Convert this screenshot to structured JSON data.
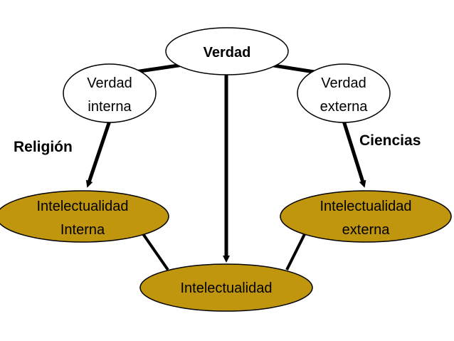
{
  "nodes": {
    "verdad": {
      "label": "Verdad",
      "fill": "#ffffff"
    },
    "verdad_interna": {
      "line1": "Verdad",
      "line2": "interna",
      "fill": "#ffffff"
    },
    "verdad_externa": {
      "line1": "Verdad",
      "line2": "externa",
      "fill": "#ffffff"
    },
    "intelectualidad_interna": {
      "line1": "Intelectualidad",
      "line2": "Interna",
      "fill": "#c0960e"
    },
    "intelectualidad_externa": {
      "line1": "Intelectualidad",
      "line2": "externa",
      "fill": "#c0960e"
    },
    "intelectualidad": {
      "label": "Intelectualidad",
      "fill": "#c0960e"
    }
  },
  "labels": {
    "left": "Religión",
    "right": "Ciencias"
  },
  "colors": {
    "stroke": "#000000",
    "gold": "#c0960e"
  }
}
